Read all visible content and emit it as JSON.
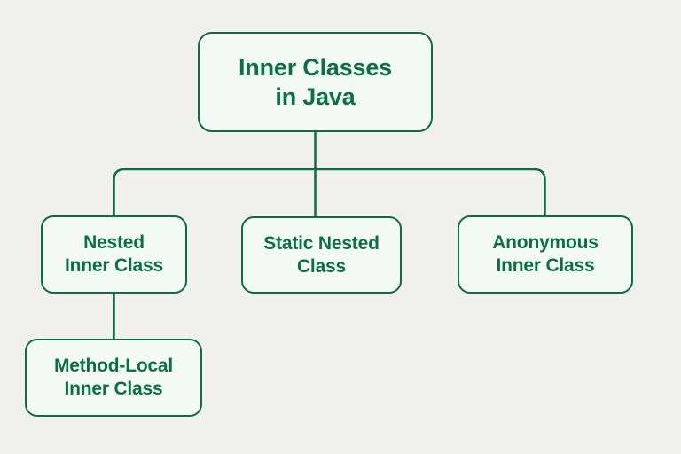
{
  "diagram": {
    "title": "Inner Classes in Java",
    "type": "tree-hierarchy",
    "background_color": "#f0f0ef",
    "node_fill_color": "#f3faf6",
    "node_border_color": "#0f6b45",
    "text_color": "#0c7043",
    "connector_color": "#0f6b45",
    "nodes": {
      "root": {
        "label": "Inner Classes\nin Java",
        "level": 0
      },
      "nested": {
        "label": "Nested\nInner Class",
        "level": 1
      },
      "static_nested": {
        "label": "Static Nested\nClass",
        "level": 1
      },
      "anonymous": {
        "label": "Anonymous\nInner Class",
        "level": 1
      },
      "method_local": {
        "label": "Method-Local\nInner Class",
        "level": 2
      }
    },
    "edges": [
      {
        "from": "root",
        "to": "nested"
      },
      {
        "from": "root",
        "to": "static_nested"
      },
      {
        "from": "root",
        "to": "anonymous"
      },
      {
        "from": "nested",
        "to": "method_local"
      }
    ]
  }
}
